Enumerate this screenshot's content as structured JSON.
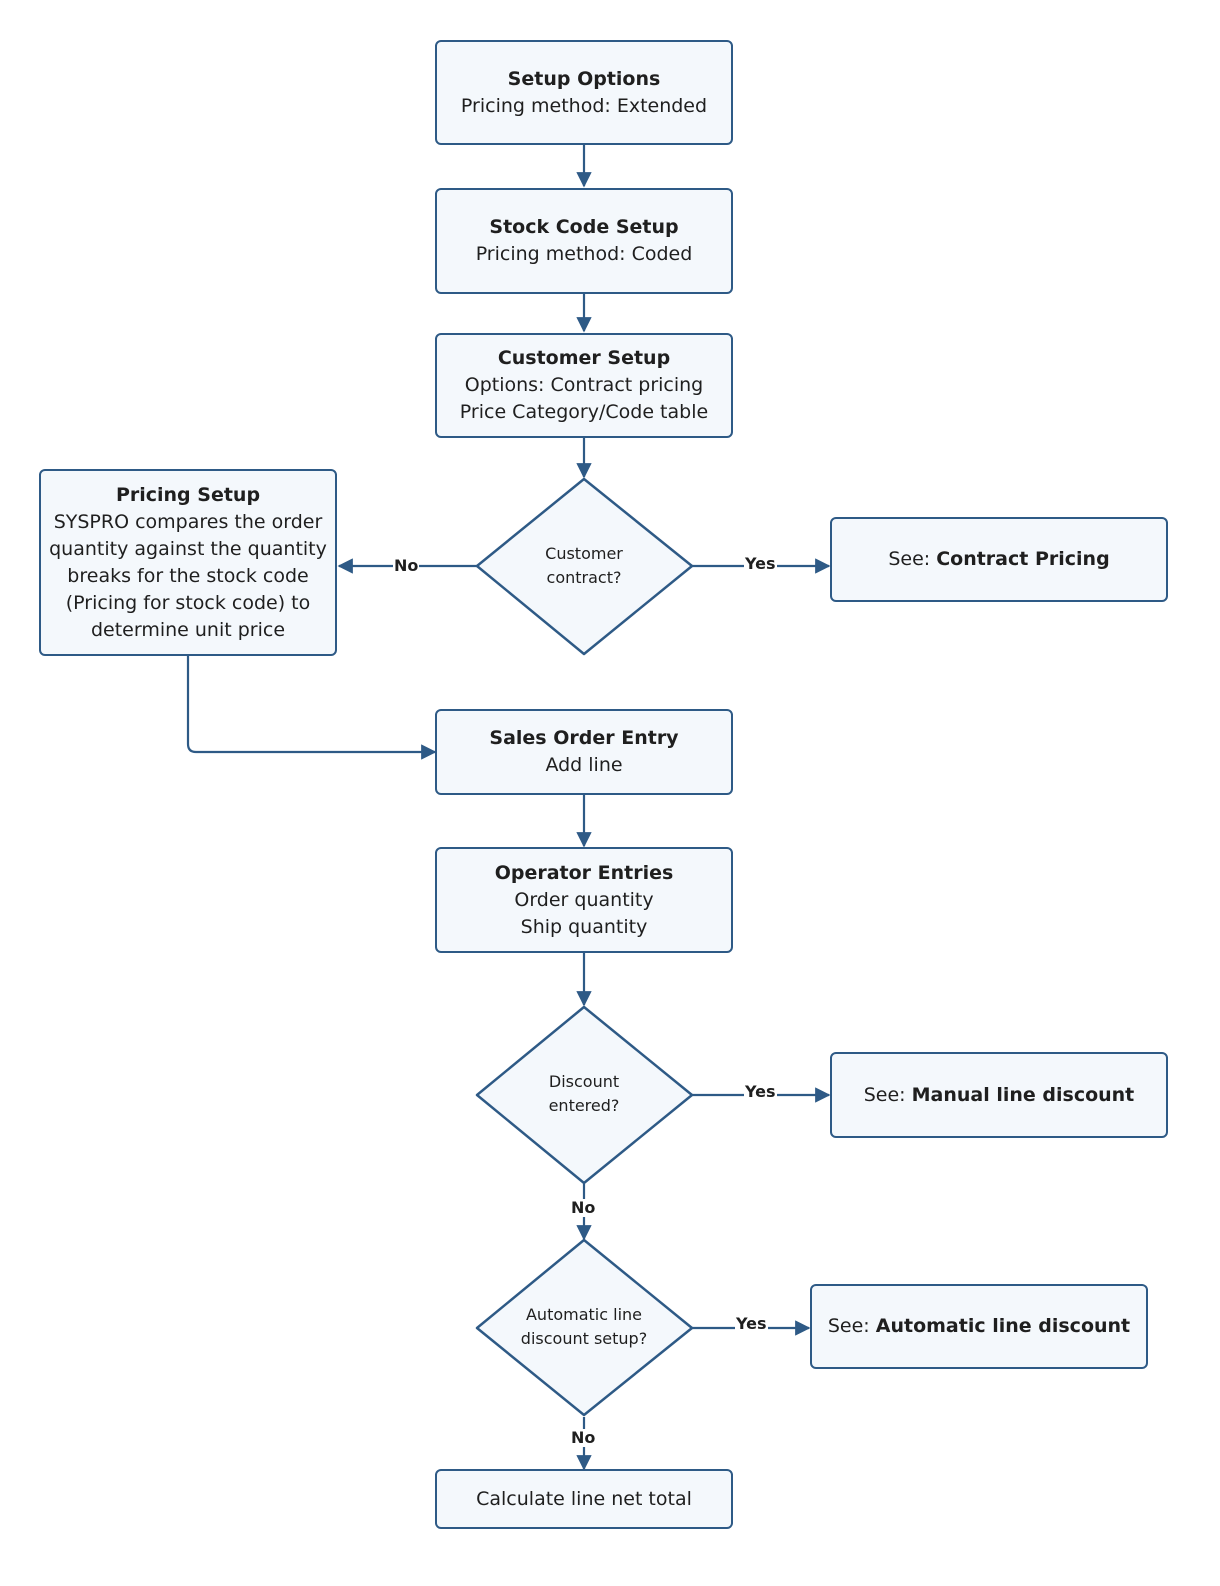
{
  "nodes": {
    "setup_options": {
      "title": "Setup Options",
      "line1": "Pricing method: Extended"
    },
    "stock_code_setup": {
      "title": "Stock Code Setup",
      "line1": "Pricing method: Coded"
    },
    "customer_setup": {
      "title": "Customer Setup",
      "line1": "Options: Contract pricing",
      "line2": "Price Category/Code table"
    },
    "pricing_setup": {
      "title": "Pricing Setup",
      "line1": "SYSPRO compares the order",
      "line2": "quantity against the quantity",
      "line3": "breaks for the stock code",
      "line4": "(Pricing for stock code) to",
      "line5": "determine unit price"
    },
    "sales_order_entry": {
      "title": "Sales Order Entry",
      "line1": "Add line"
    },
    "operator_entries": {
      "title": "Operator Entries",
      "line1": "Order quantity",
      "line2": "Ship quantity"
    },
    "calculate": {
      "text": "Calculate line net total"
    },
    "contract_pricing": {
      "prefix": "See: ",
      "link": "Contract Pricing"
    },
    "manual_discount": {
      "prefix": "See: ",
      "link": "Manual line discount"
    },
    "auto_discount": {
      "prefix": "See: ",
      "link": "Automatic line discount"
    }
  },
  "decisions": {
    "customer_contract": {
      "line1": "Customer",
      "line2": "contract?"
    },
    "discount_entered": {
      "line1": "Discount",
      "line2": "entered?"
    },
    "auto_discount_setup": {
      "line1": "Automatic line",
      "line2": "discount setup?"
    }
  },
  "edge_labels": {
    "contract_no": "No",
    "contract_yes": "Yes",
    "discount_yes": "Yes",
    "discount_no": "No",
    "auto_yes": "Yes",
    "auto_no": "No"
  },
  "colors": {
    "stroke": "#2e5a86",
    "fill": "#f4f8fc"
  }
}
